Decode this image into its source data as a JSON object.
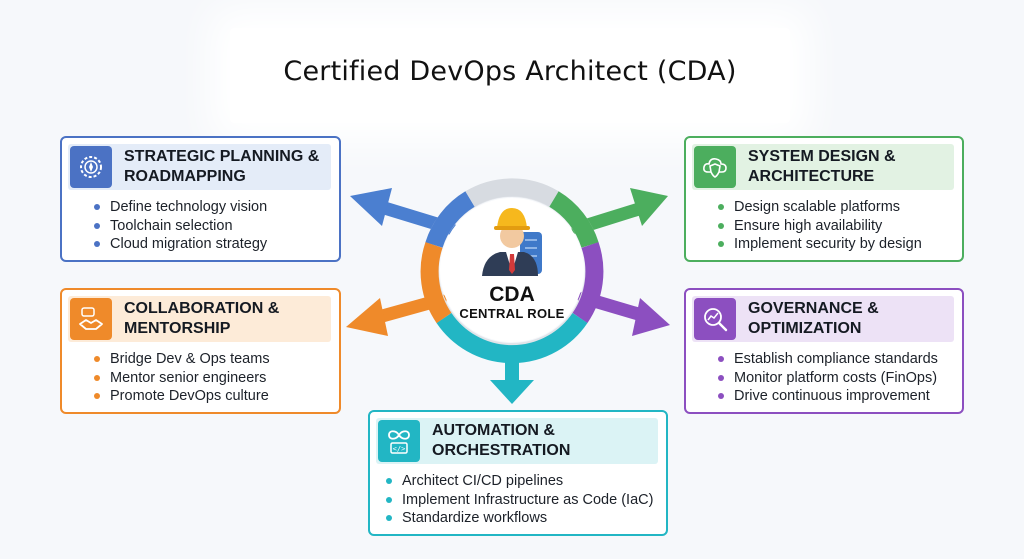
{
  "title": "Certified DevOps Architect (CDA)",
  "center": {
    "label": "CDA",
    "sublabel": "CENTRAL ROLE"
  },
  "cards": {
    "strategic": {
      "title": "STRATEGIC PLANNING & ROADMAPPING",
      "items": [
        "Define technology vision",
        "Toolchain selection",
        "Cloud migration strategy"
      ],
      "accent": "#4b72c4"
    },
    "collaboration": {
      "title": "COLLABORATION & MENTORSHIP",
      "items": [
        "Bridge Dev & Ops teams",
        "Mentor senior engineers",
        "Promote DevOps culture"
      ],
      "accent": "#ef8a2a"
    },
    "automation": {
      "title": "AUTOMATION & ORCHESTRATION",
      "items": [
        "Architect CI/CD pipelines",
        "Implement Infrastructure as Code (IaC)",
        "Standardize workflows"
      ],
      "accent": "#22b6c4"
    },
    "system": {
      "title": "SYSTEM DESIGN & ARCHITECTURE",
      "items": [
        "Design scalable platforms",
        "Ensure high availability",
        "Implement security by design"
      ],
      "accent": "#4cae5e"
    },
    "governance": {
      "title": "GOVERNANCE & OPTIMIZATION",
      "items": [
        "Establish compliance standards",
        "Monitor platform costs (FinOps)",
        "Drive continuous improvement"
      ],
      "accent": "#8c4fc0"
    }
  },
  "icons": {
    "strategic": "gear-compass-icon",
    "collaboration": "handshake-icon",
    "automation": "infinity-code-icon",
    "system": "cloud-shield-icon",
    "governance": "magnifier-chart-icon",
    "center": "architect-avatar-icon"
  }
}
